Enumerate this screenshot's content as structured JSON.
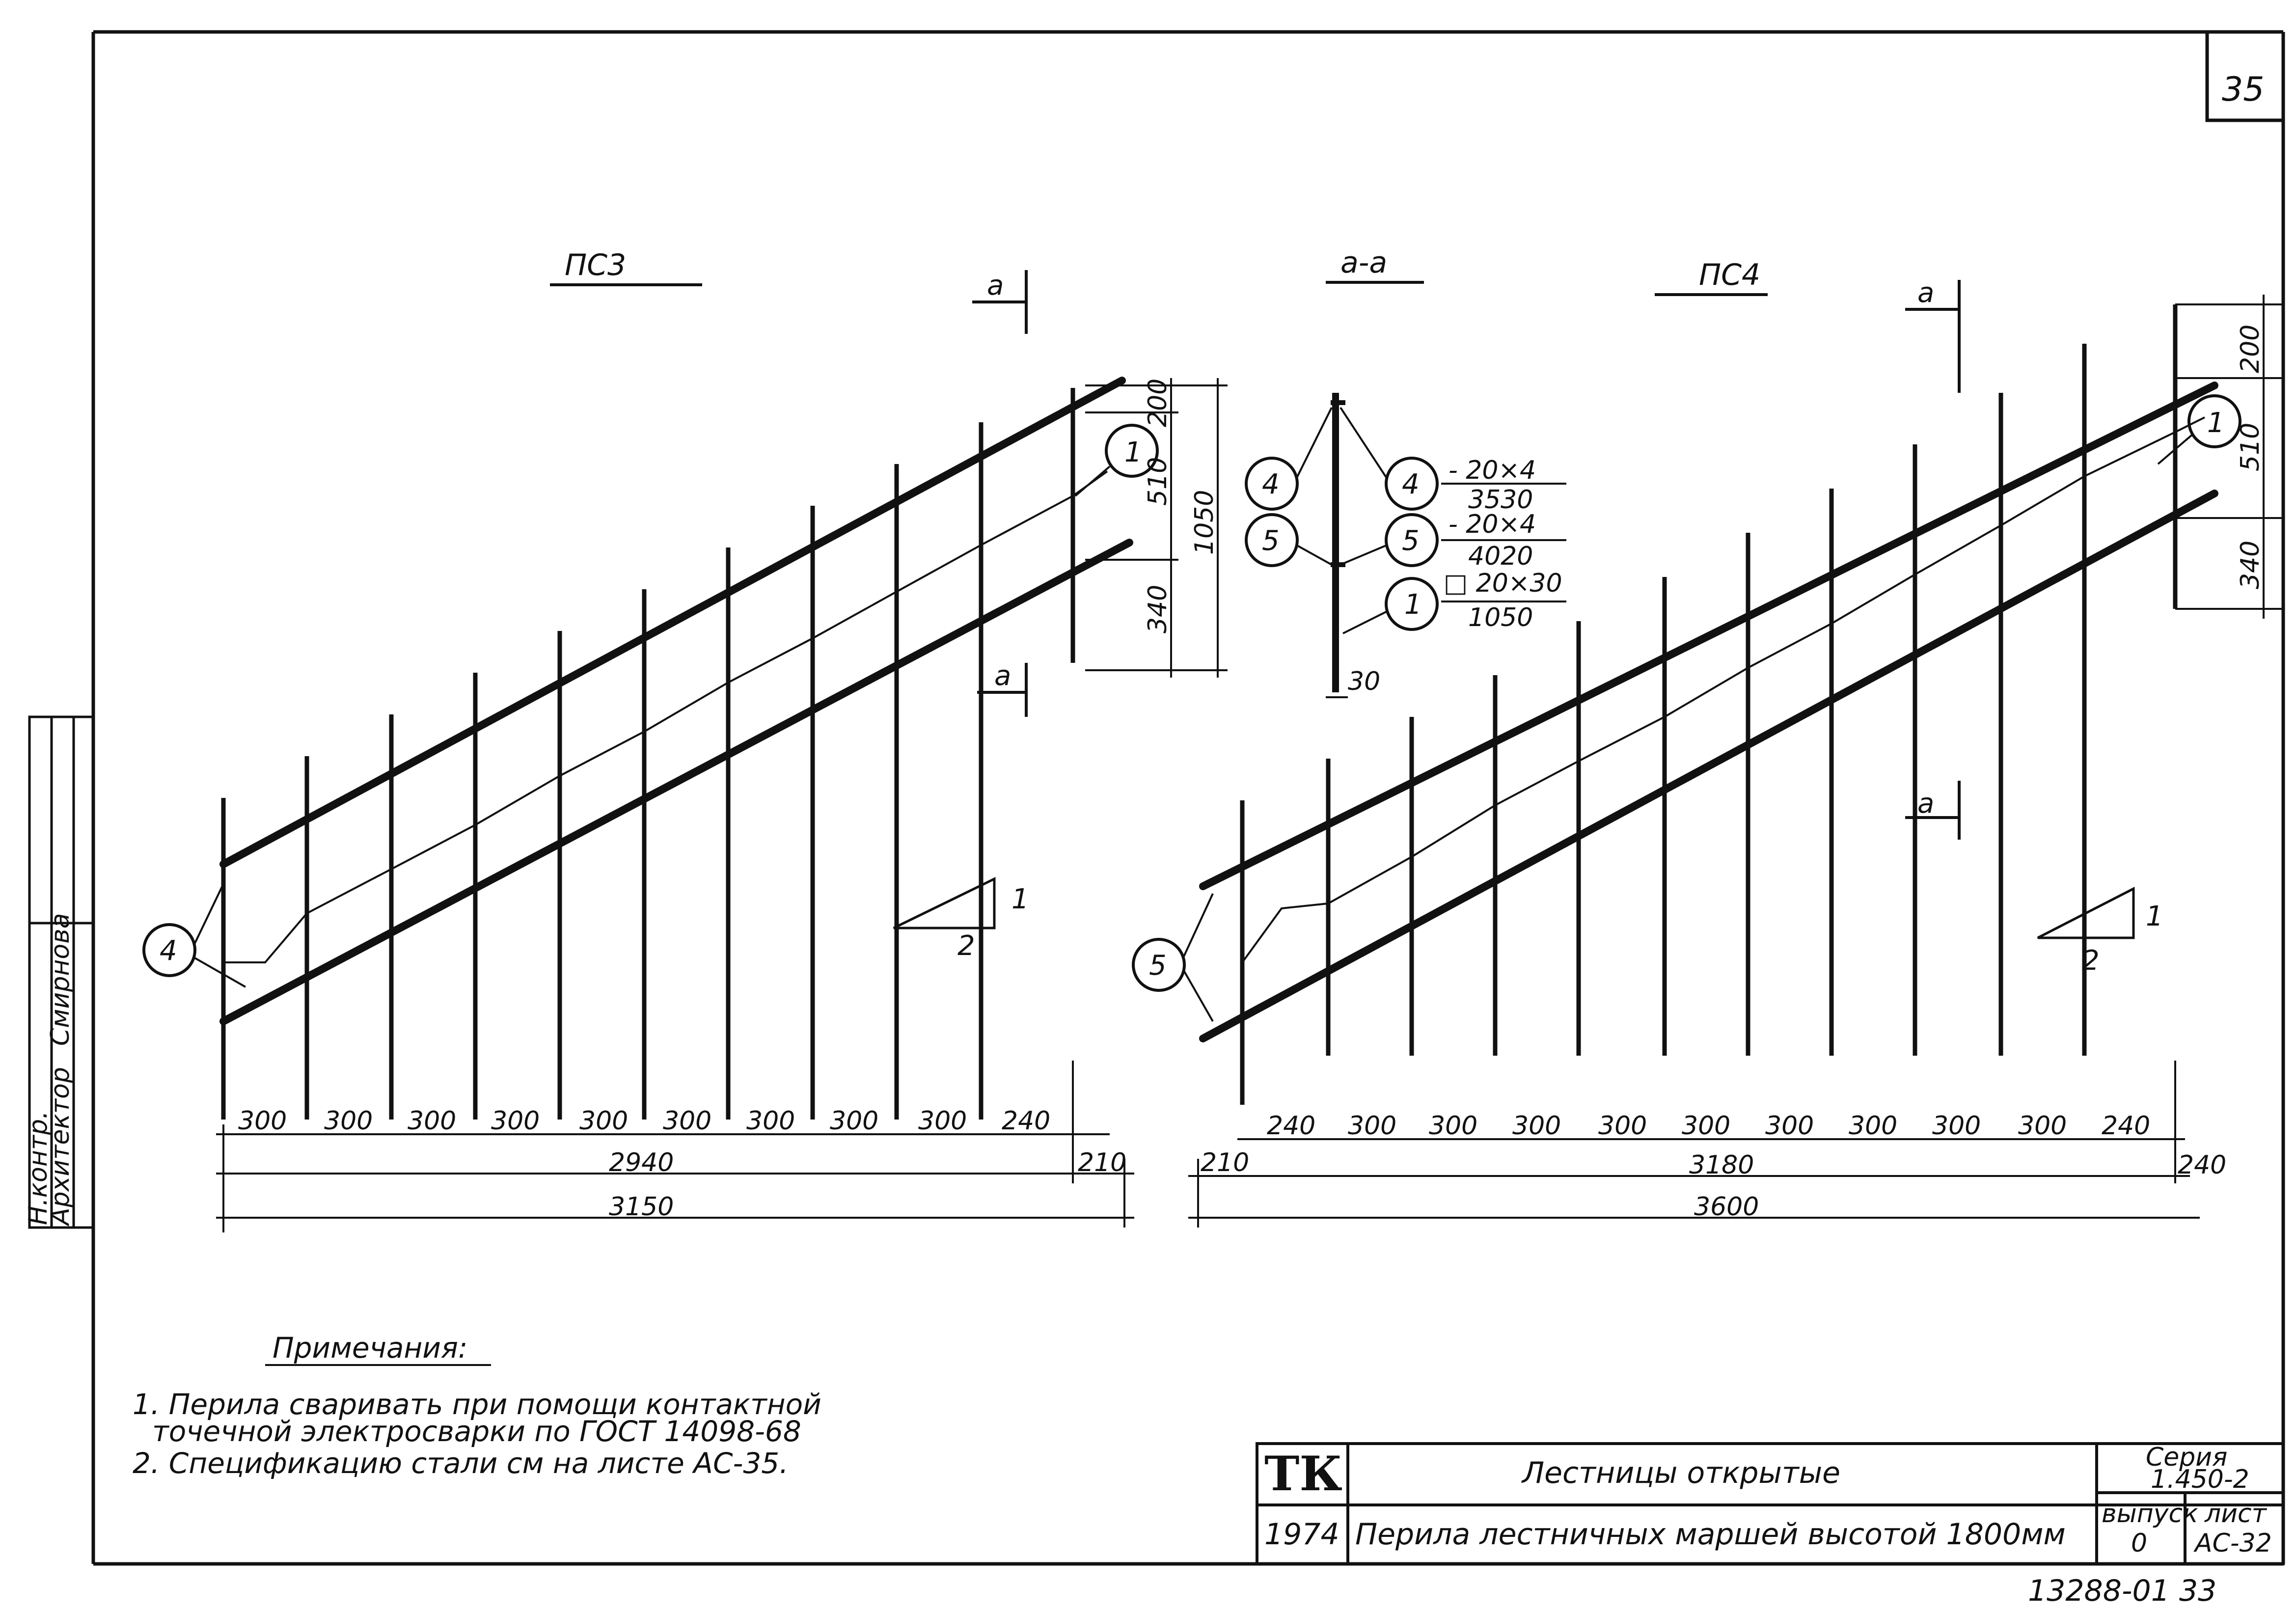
{
  "sheet_number": "35",
  "inventory_number": "13288-01 33",
  "side_stamp": [
    "Архитектор",
    "Смирнова",
    "Н.контр."
  ],
  "views": {
    "left": {
      "title": "ПС3",
      "callout": "4",
      "ref_callout": "1",
      "section_mark": "а",
      "slope": {
        "rise": "1",
        "run": "2"
      },
      "bottom_spacing": [
        "300",
        "300",
        "300",
        "300",
        "300",
        "300",
        "300",
        "300",
        "300",
        "240"
      ],
      "total_inner": "2940",
      "end_offset": "210",
      "total_overall": "3150",
      "height_parts": [
        "200",
        "510",
        "340"
      ],
      "height_total": "1050"
    },
    "right": {
      "title": "ПС4",
      "callout": "5",
      "ref_callout": "1",
      "section_mark": "а",
      "slope": {
        "rise": "1",
        "run": "2"
      },
      "bottom_spacing": [
        "240",
        "300",
        "300",
        "300",
        "300",
        "300",
        "300",
        "300",
        "300",
        "300",
        "240"
      ],
      "start_offset": "210",
      "total_inner": "3180",
      "end_offset": "240",
      "total_overall": "3600",
      "height_parts": [
        "200",
        "510",
        "340"
      ]
    }
  },
  "section": {
    "title": "а-а",
    "callouts_left": [
      "4",
      "5"
    ],
    "profile_width": "30",
    "items": [
      {
        "pos": "4",
        "profile": "- 20×4",
        "length": "3530"
      },
      {
        "pos": "5",
        "profile": "- 20×4",
        "length": "4020"
      },
      {
        "pos": "1",
        "profile": "□ 20×30",
        "length": "1050"
      }
    ]
  },
  "notes": {
    "heading": "Примечания:",
    "lines": [
      "1. Перила сваривать при помощи контактной",
      "точечной электросварки по ГОСТ 14098-68",
      "2. Спецификацию стали см на листе АС-35."
    ]
  },
  "title_block": {
    "logo": "ТК",
    "year": "1974",
    "title": "Лестницы открытые",
    "subtitle": "Перила лестничных маршей высотой 1800мм",
    "series_label": "Серия",
    "series_value": "1.450-2",
    "issue_label": "выпуск",
    "issue_value": "0",
    "sheet_label": "лист",
    "sheet_value": "АС-32"
  }
}
